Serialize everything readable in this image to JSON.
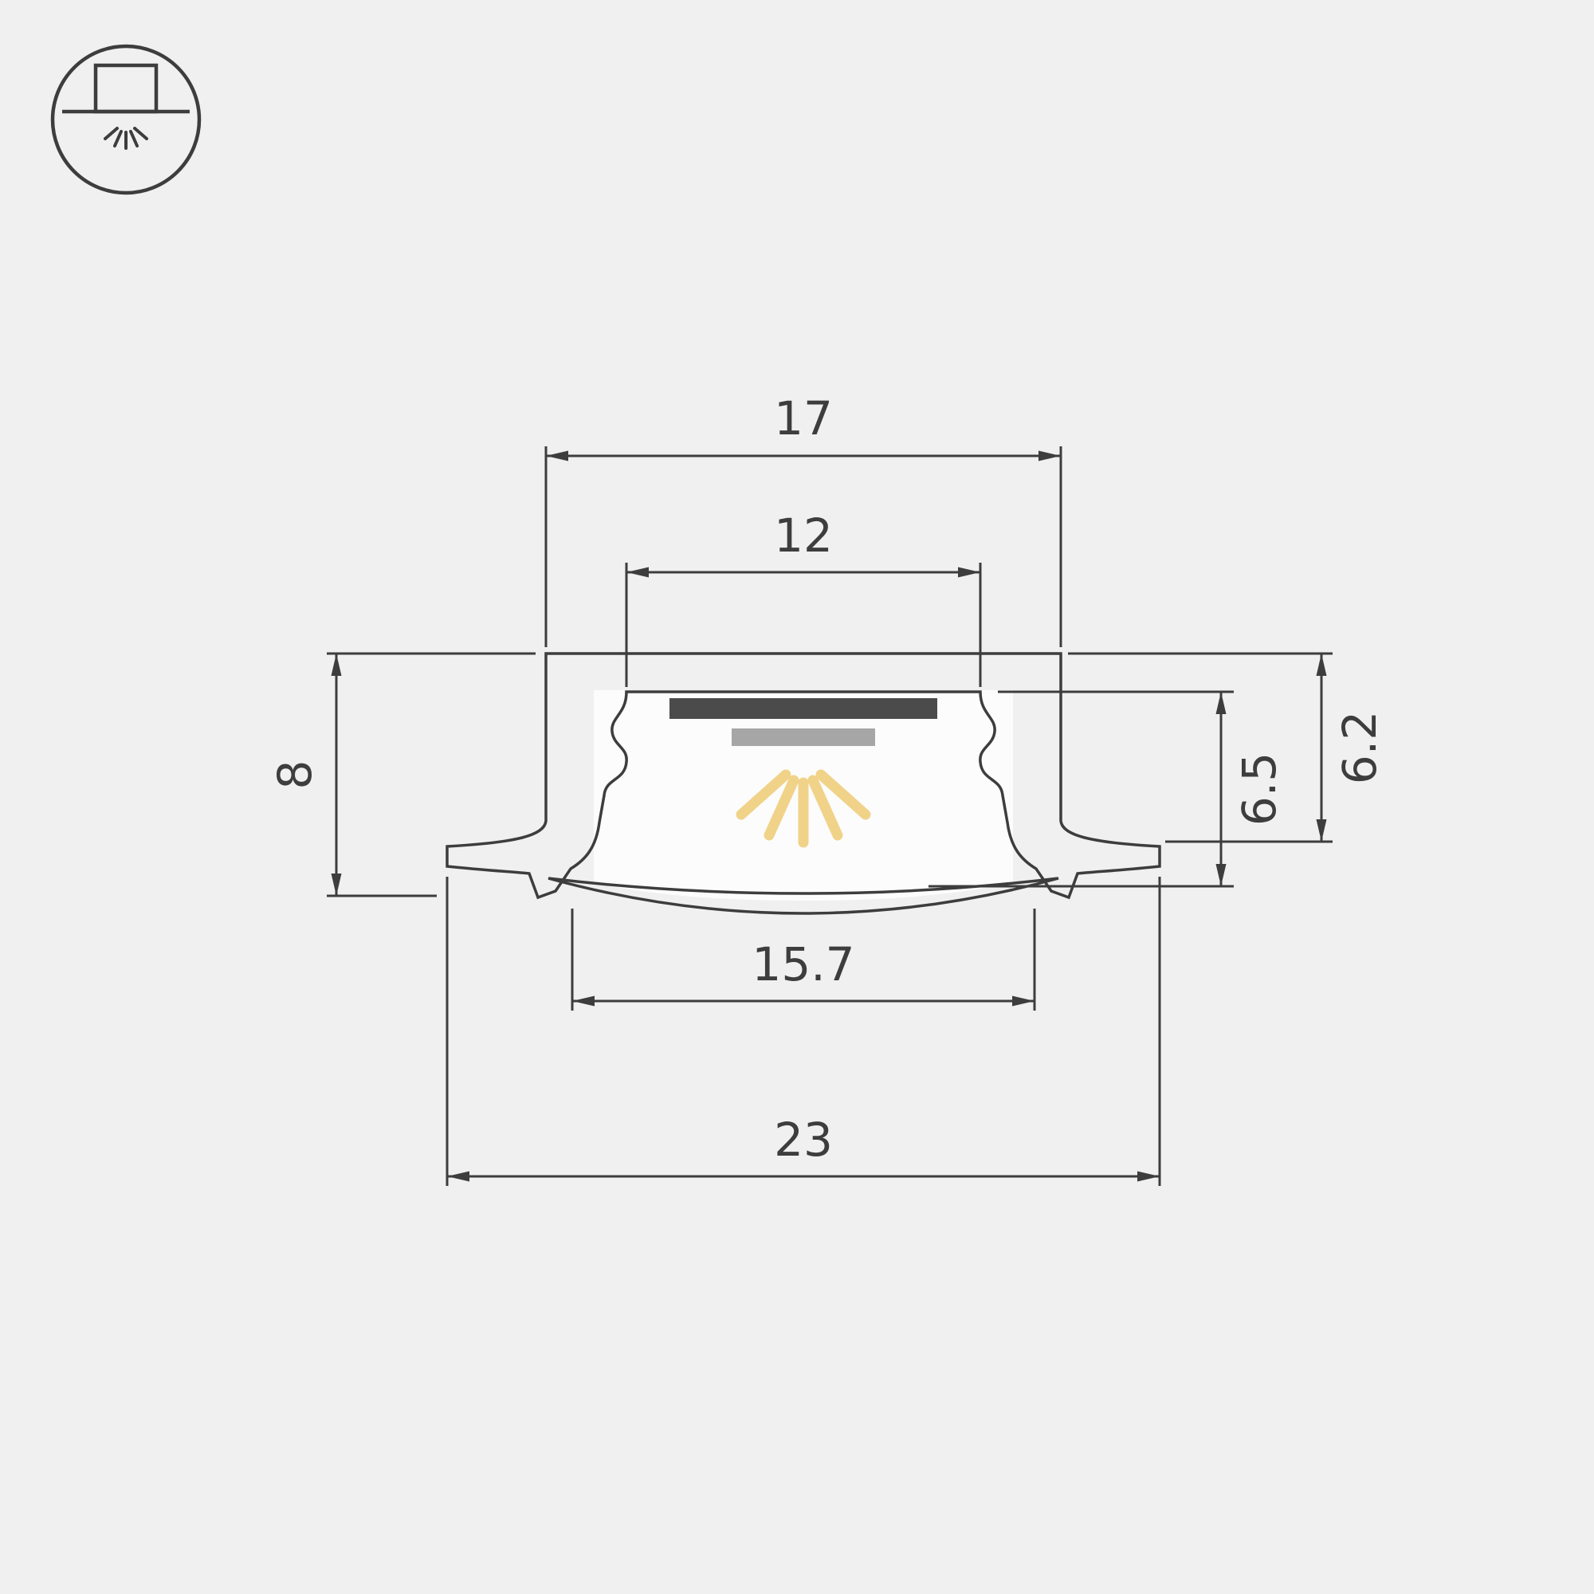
{
  "dimensions": {
    "top_width": "17",
    "inner_width": "12",
    "height": "8",
    "inner_depth": "6.5",
    "recess_depth": "6.2",
    "bottom_inner_width": "15.7",
    "overall_width": "23"
  },
  "icons": {
    "mount_type": "recessed-mount-icon"
  },
  "colors": {
    "background": "#f0f0f0",
    "line": "#3d3d3d",
    "pcb_strip": "#4b4b4b",
    "led_strip": "#a6a6a6",
    "light_ray": "#f0d389",
    "cavity": "#fcfcfc"
  }
}
